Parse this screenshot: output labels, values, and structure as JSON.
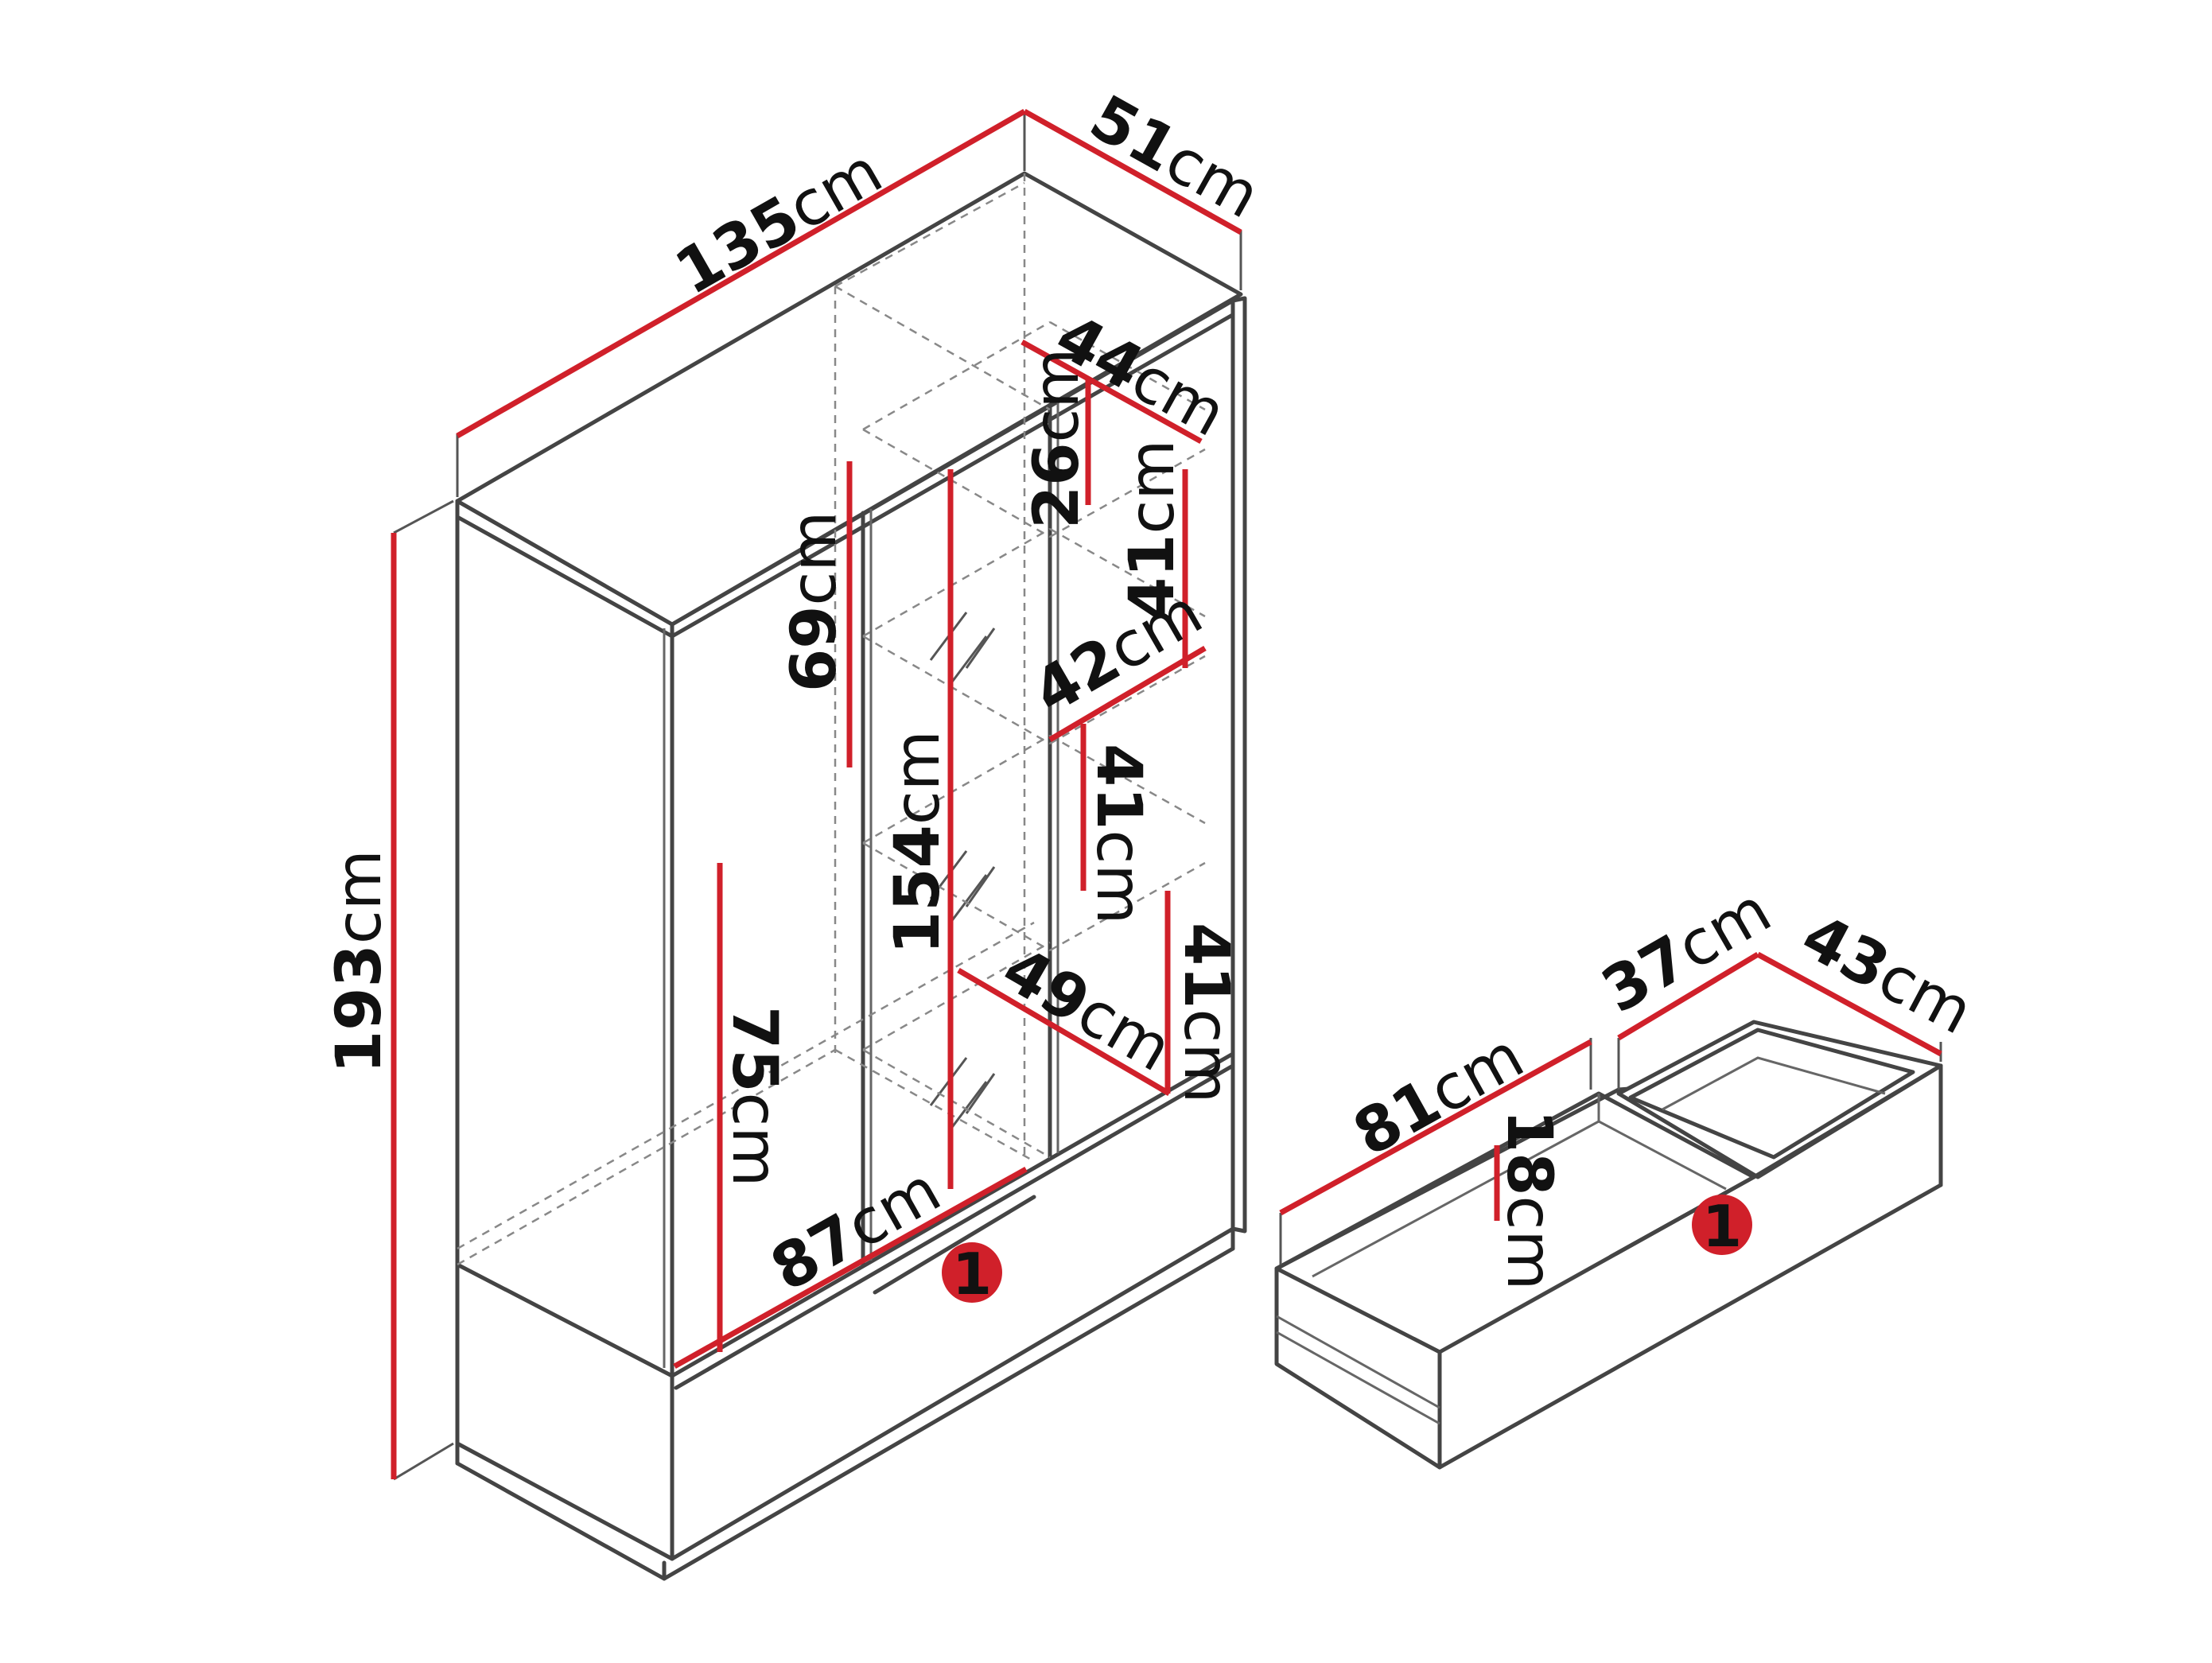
{
  "colors": {
    "dimension_line": "#d0202a",
    "outline": "#444444",
    "badge": "#d0202a",
    "badge_text": "#ffffff"
  },
  "unit": "cm",
  "wardrobe": {
    "width": "135",
    "depth": "51",
    "height": "193",
    "shelf_width": "44",
    "shelf_depth": "42",
    "drawer_space_depth": "49",
    "top_compartment": "26",
    "compartment_1": "41",
    "compartment_2": "41",
    "compartment_3": "41",
    "hanging_height_upper": "69",
    "hanging_height_full": "154",
    "lower_hanging_height": "75",
    "inner_width": "87",
    "drawer_badge": "1"
  },
  "drawer": {
    "length": "81",
    "height": "18",
    "width": "37",
    "depth": "43",
    "badge": "1"
  }
}
